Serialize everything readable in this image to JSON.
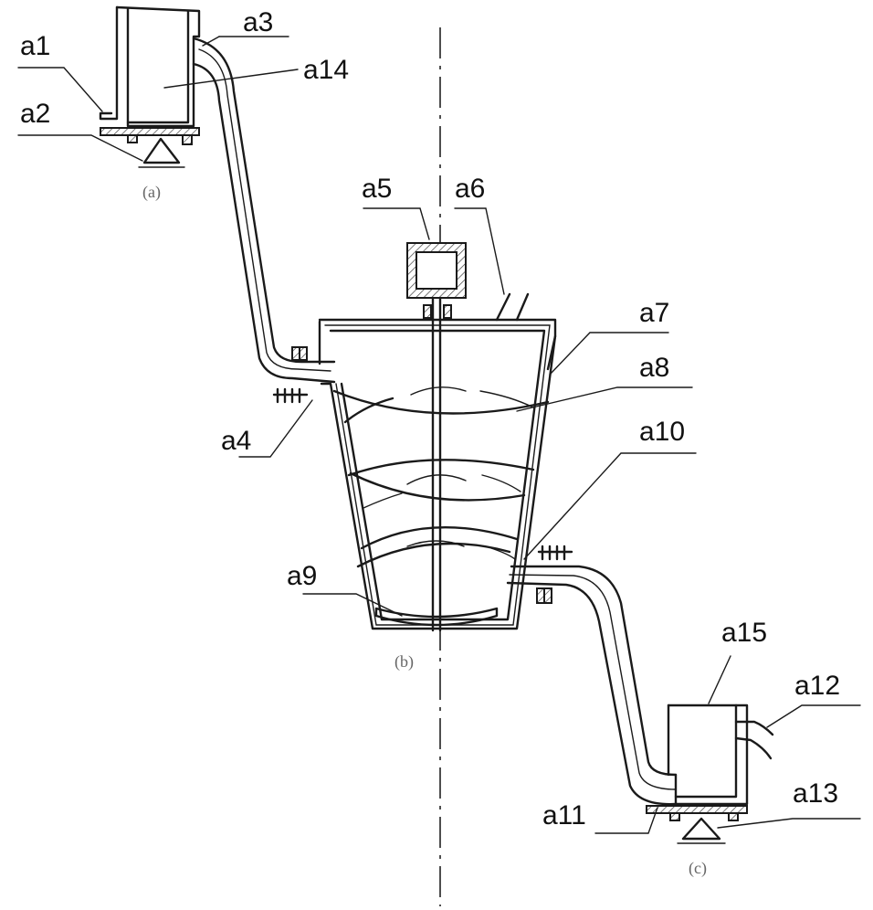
{
  "labels": {
    "a1": "a1",
    "a2": "a2",
    "a3": "a3",
    "a4": "a4",
    "a5": "a5",
    "a6": "a6",
    "a7": "a7",
    "a8": "a8",
    "a9": "a9",
    "a10": "a10",
    "a11": "a11",
    "a12": "a12",
    "a13": "a13",
    "a14": "a14",
    "a15": "a15"
  },
  "captions": {
    "a": "(a)",
    "b": "(b)",
    "c": "(c)"
  },
  "colors": {
    "line": "#1a1a1a",
    "caption": "#666666",
    "background": "#ffffff"
  }
}
